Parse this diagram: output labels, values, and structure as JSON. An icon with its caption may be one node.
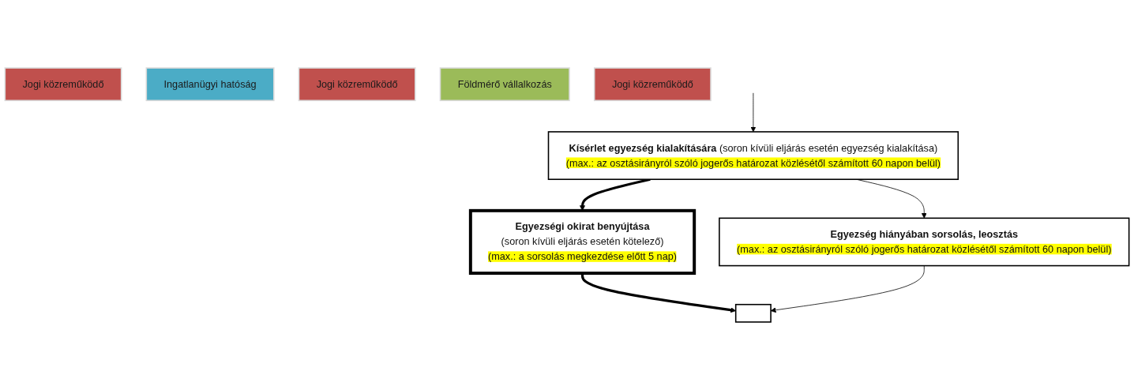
{
  "diagram": {
    "nodes": [
      {
        "text": [
          "Jogi közreműködő"
        ]
      },
      {
        "text": [
          "Kísérlet egyezség kialakítására",
          "(soron kívüli eljárás esetén egyezség kialakítása)",
          "(max.: az osztásirányról szóló jogerős határozat közlésétől számított 60 napon belül)"
        ]
      },
      {
        "text": [
          "Ingatlanügyi hatóság"
        ]
      },
      {
        "text": [
          "Jogi közreműködő"
        ]
      },
      {
        "text": [
          "Földmérő vállalkozás"
        ]
      },
      {
        "text": [
          "Egyezségi okirat benyújtása",
          "(soron kívüli eljárás esetén kötelező)",
          "(max.: a sorsolás megkezdése előtt 5 nap)"
        ]
      },
      {
        "text": [
          "Egyezség hiányában sorsolás, leosztás",
          "(max.: az osztásirányról szóló jogerős határozat közlésétől számított 60 napon belül)"
        ]
      },
      {
        "text": [
          "Jogi közreműködő"
        ]
      },
      {
        "text": [],
        "shape": "box"
      }
    ],
    "edges": [
      {
        "from": null,
        "to": 1,
        "arrow": "to"
      },
      {
        "from": 1,
        "to": 5,
        "arrow": "to",
        "style": "thick"
      },
      {
        "from": 1,
        "to": 6,
        "arrow": "to"
      },
      {
        "from": 5,
        "to": 8,
        "arrow": "to",
        "style": "thick"
      },
      {
        "from": 6,
        "to": 8,
        "arrow": "to"
      }
    ]
  }
}
